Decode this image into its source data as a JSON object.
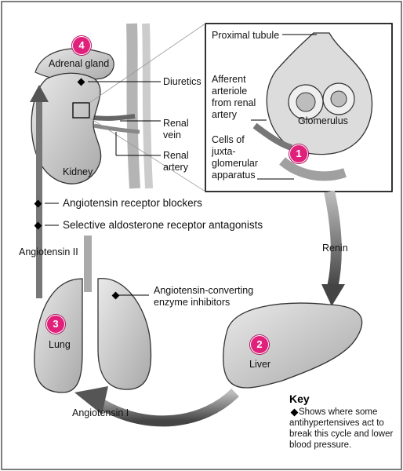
{
  "labels": {
    "adrenal_gland": "Adrenal gland",
    "diuretics": "Diuretics",
    "renal_vein": "Renal\nvein",
    "renal_artery": "Renal\nartery",
    "kidney": "Kidney",
    "proximal_tubule": "Proximal tubule",
    "afferent_arteriole": "Afferent\narteriole\nfrom renal\nartery",
    "glomerulus": "Glomerulus",
    "juxtaglomerular": "Cells of\njuxta-\nglomerular\napparatus",
    "arb": "Angiotensin receptor blockers",
    "aldosterone": "Selective aldosterone receptor antagonists",
    "angiotensin_ii": "Angiotensin II",
    "renin": "Renin",
    "ace_inhibitors": "Angiotensin-converting\nenzyme inhibitors",
    "lung": "Lung",
    "liver": "Liver",
    "angiotensin_i": "Angiotensin I"
  },
  "steps": {
    "s1": "1",
    "s2": "2",
    "s3": "3",
    "s4": "4"
  },
  "key": {
    "title": "Key",
    "text": "Shows where some antihypertensives act to break this cycle and lower blood pressure."
  },
  "colors": {
    "badge": "#e0207a",
    "arrow": "#555555",
    "organ_fill": "#cfcfcf",
    "outline": "#333333"
  },
  "icons": {
    "key_marker": "diamond-marker-icon"
  }
}
